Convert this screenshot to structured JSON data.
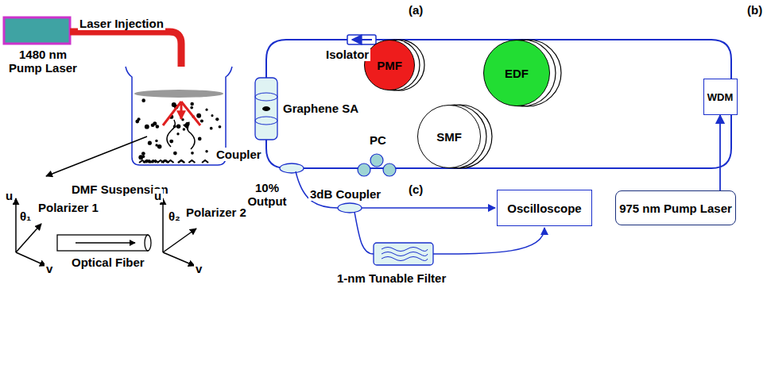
{
  "diagram": {
    "nodes": [
      {
        "text": [
          "PMF"
        ]
      },
      {
        "text": [
          "EDF"
        ]
      },
      {
        "text": [
          "WDM"
        ]
      },
      {
        "text": [
          "SMF"
        ]
      },
      {
        "text": [
          "975 nm Pump Laser"
        ]
      },
      {
        "text": [
          "Oscilloscope"
        ]
      }
    ],
    "edges": [
      {
        "from": 4,
        "to": 2,
        "arrow": "to"
      }
    ],
    "labels": [
      "(a)",
      "(b)",
      "(c)",
      "1480 nm Pump Laser",
      "Laser Injection",
      "DMF Suspension",
      "Isolator",
      "Graphene SA",
      "Coupler",
      "PC",
      "10% Output",
      "3dB Coupler",
      "1-nm Tunable Filter",
      "u",
      "θ₁",
      "Polarizer 1",
      "v",
      "Optical Fiber",
      "u",
      "θ₂",
      "Polarizer 2",
      "v"
    ]
  }
}
